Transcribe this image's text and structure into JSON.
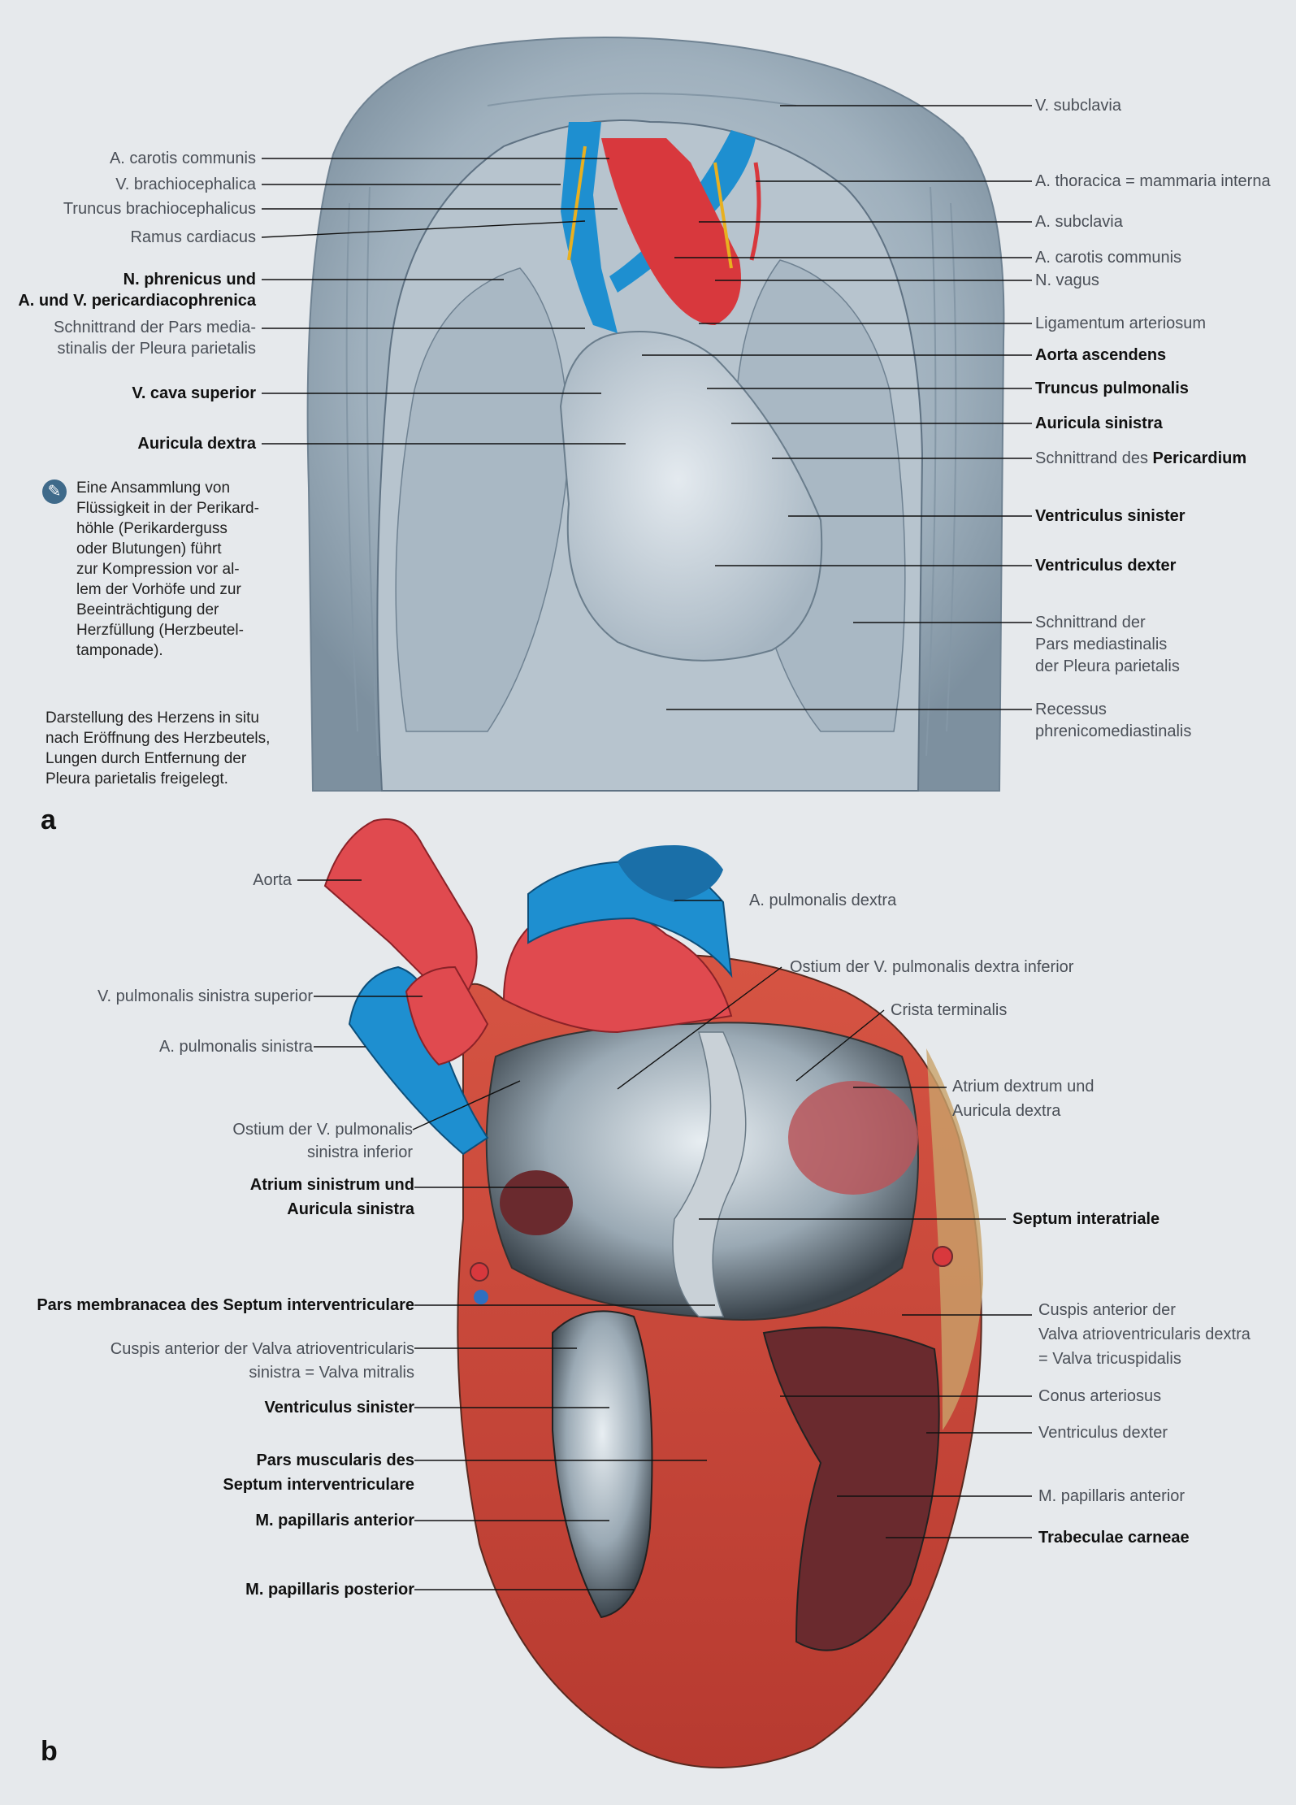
{
  "panel_a": {
    "letter": "a",
    "labels_left": [
      "A. carotis communis",
      "V. brachiocephalica",
      "Truncus brachiocephalicus",
      "Ramus cardiacus",
      "N. phrenicus und",
      "A. und V. pericardiacophrenica",
      "Schnittrand der Pars media-",
      "stinalis der Pleura parietalis",
      "V. cava superior",
      "Auricula dextra"
    ],
    "labels_right": [
      "V. subclavia",
      "A. thoracica = mammaria interna",
      "A. subclavia",
      "A. carotis communis",
      "N. vagus",
      "Ligamentum arteriosum",
      "Aorta ascendens",
      "Truncus pulmonalis",
      "Auricula sinistra",
      "Schnittrand des ",
      "Pericardium",
      "Ventriculus sinister",
      "Ventriculus dexter",
      "Schnittrand der",
      "Pars mediastinalis",
      "der Pleura parietalis",
      "Recessus",
      "phrenicomediastinalis"
    ],
    "clinical_note": [
      "Eine Ansammlung von",
      "Flüssigkeit in der Perikard-",
      "höhle (Perikarderguss",
      "oder Blutungen) führt",
      "zur Kompression vor al-",
      "lem der Vorhöfe und zur",
      "Beeinträchtigung der",
      "Herzfüllung (Herzbeutel-",
      "tamponade)."
    ],
    "caption": [
      "Darstellung des Herzens in situ",
      "nach Eröffnung des Herzbeutels,",
      "Lungen durch Entfernung der",
      "Pleura parietalis freigelegt."
    ]
  },
  "panel_b": {
    "letter": "b",
    "labels_left": [
      "Aorta",
      "V. pulmonalis sinistra superior",
      "A. pulmonalis sinistra",
      "Ostium der V. pulmonalis",
      "sinistra inferior",
      "Atrium sinistrum und",
      "Auricula sinistra",
      "Pars membranacea des Septum interventriculare",
      "Cuspis anterior der Valva atrioventricularis",
      "sinistra = Valva mitralis",
      "Ventriculus sinister",
      "Pars muscularis des",
      "Septum interventriculare",
      "M. papillaris anterior",
      "M. papillaris posterior"
    ],
    "labels_right": [
      "A. pulmonalis dextra",
      "Ostium der V. pulmonalis dextra inferior",
      "Crista terminalis",
      "Atrium dextrum und",
      "Auricula dextra",
      "Septum interatriale",
      "Cuspis anterior  der",
      "Valva atrioventricularis dextra",
      "= Valva tricuspidalis",
      "Conus arteriosus",
      "Ventriculus dexter",
      "M. papillaris anterior",
      "Trabeculae carneae"
    ]
  },
  "colors": {
    "background": "#e6e9ec",
    "artery_red": "#e03a3e",
    "vein_blue": "#1e8fd0",
    "myocardium": "#c8463a",
    "label_grey": "#4a4f57"
  }
}
